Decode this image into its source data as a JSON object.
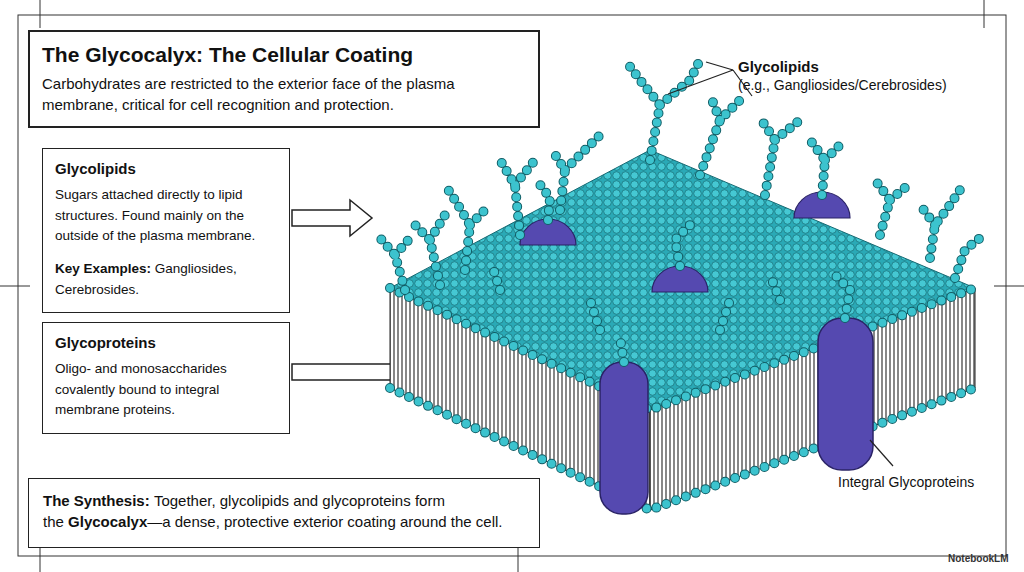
{
  "diagram": {
    "title": "The Glycocalyx: The Cellular Coating",
    "nodes": [
      {
        "text": [
          "The Glycocalyx: The Cellular Coating",
          "Carbohydrates are restricted to the exterior face of the plasma membrane, critical for cell recognition and protection."
        ]
      },
      {
        "text": [
          "Glycolipids",
          "Sugars attached directly to lipid structures. Found mainly on the outside of the plasma membrane.",
          "Key Examples:",
          "Gangliosides, Cerebrosides."
        ]
      },
      {
        "text": [
          "Glycoproteins",
          "Oligo- and monosaccharides covalently bound to integral membrane proteins."
        ]
      },
      {
        "text": [
          "The Synthesis:",
          "Together, glycolipids and glycoproteins form the",
          "Glycocalyx",
          "—a dense, protective exterior coating around the cell."
        ]
      }
    ],
    "labels": [
      "Glycolipids",
      "(e.g., Gangliosides/Cerebrosides)",
      "Integral Glycoproteins",
      "NotebookLM"
    ]
  }
}
